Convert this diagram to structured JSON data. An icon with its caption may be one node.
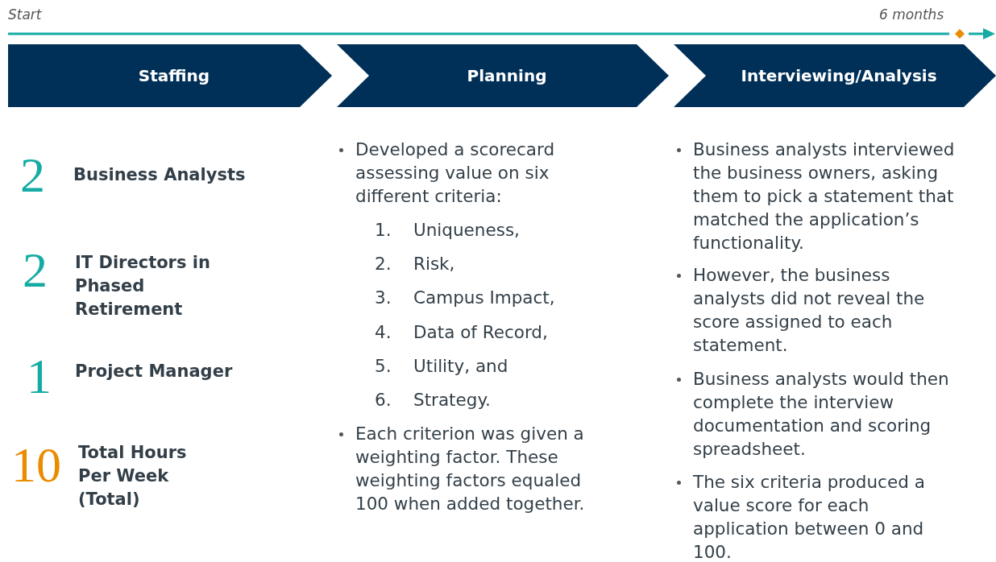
{
  "diagram": {
    "nodes": [
      {
        "text": [
          "Staffing"
        ]
      },
      {
        "text": [
          "Planning"
        ]
      },
      {
        "text": [
          "Interviewing/Analysis"
        ]
      }
    ],
    "labels": [
      "Start",
      "6 months",
      "2",
      "Business Analysts",
      "2",
      "IT Directors in Phased Retirement",
      "1",
      "Project Manager",
      "10",
      "Total Hours Per Week (Total)",
      "Developed a scorecard assessing value on six different criteria:",
      "1.",
      "Uniqueness,",
      "2.",
      "Risk,",
      "3.",
      "Campus Impact,",
      "4.",
      "Data of Record,",
      "5.",
      "Utility, and",
      "6.",
      "Strategy.",
      "Each criterion was given a weighting factor. These weighting factors equaled 100 when added together.",
      "Business analysts interviewed the business owners, asking them to pick a statement that matched the application’s functionality.",
      "However, the business analysts did not reveal the score assigned to each statement.",
      "Business analysts would then complete the interview documentation and scoring spreadsheet.",
      "The six criteria produced a value score for each application between 0 and 100."
    ]
  }
}
